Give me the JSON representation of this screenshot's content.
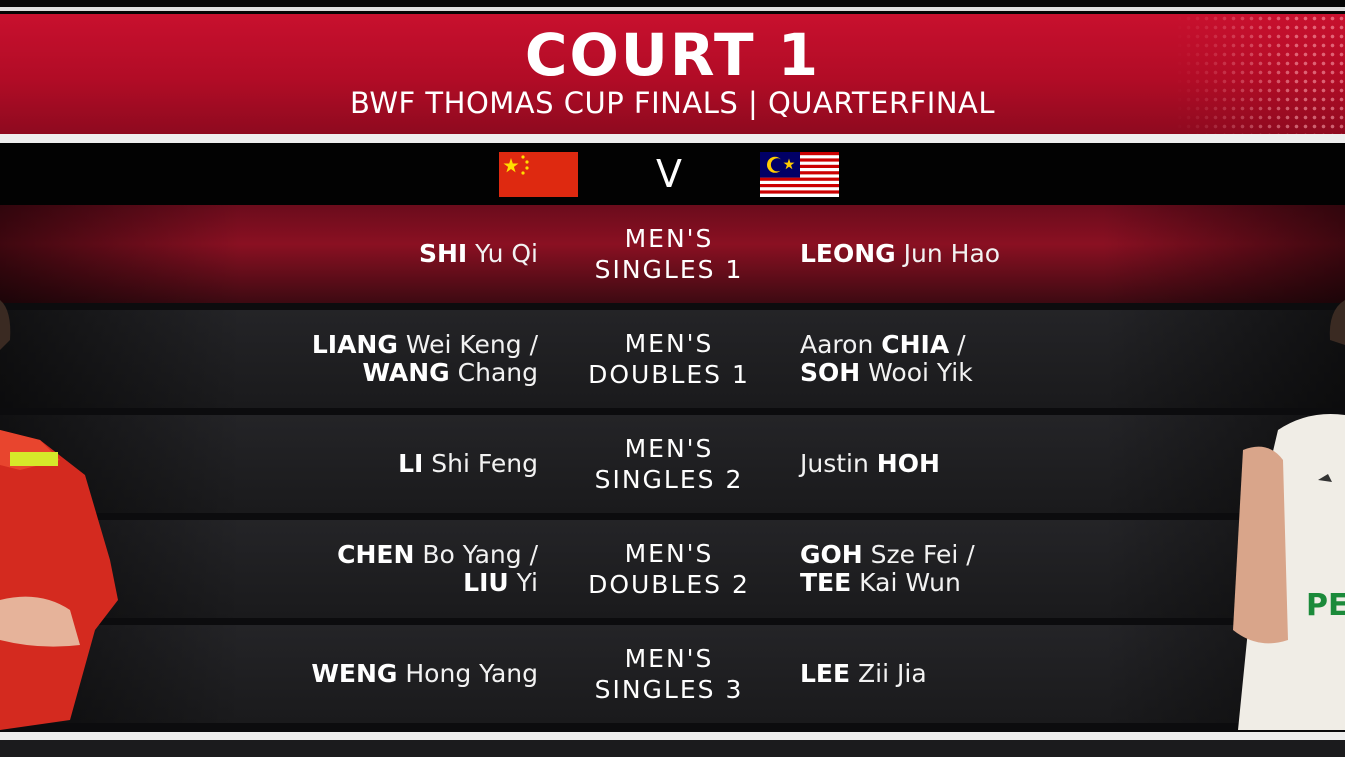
{
  "header": {
    "title": "COURT 1",
    "subtitle": "BWF THOMAS CUP FINALS | QUARTERFINAL"
  },
  "teams": {
    "left_flag": "china-flag",
    "right_flag": "malaysia-flag",
    "vs": "V"
  },
  "matches": [
    {
      "event_line1": "MEN'S",
      "event_line2": "SINGLES 1",
      "left": [
        {
          "family": "SHI",
          "given": "Yu Qi",
          "suffix": ""
        }
      ],
      "right": [
        {
          "given_first": "",
          "family": "LEONG",
          "given": "Jun Hao",
          "suffix": ""
        }
      ]
    },
    {
      "event_line1": "MEN'S",
      "event_line2": "DOUBLES 1",
      "left": [
        {
          "family": "LIANG",
          "given": "Wei Keng",
          "suffix": "/"
        },
        {
          "family": "WANG",
          "given": "Chang",
          "suffix": ""
        }
      ],
      "right": [
        {
          "given_first": "Aaron",
          "family": "CHIA",
          "given": "",
          "suffix": "/"
        },
        {
          "given_first": "",
          "family": "SOH",
          "given": "Wooi Yik",
          "suffix": ""
        }
      ]
    },
    {
      "event_line1": "MEN'S",
      "event_line2": "SINGLES 2",
      "left": [
        {
          "family": "LI",
          "given": "Shi Feng",
          "suffix": ""
        }
      ],
      "right": [
        {
          "given_first": "Justin",
          "family": "HOH",
          "given": "",
          "suffix": ""
        }
      ]
    },
    {
      "event_line1": "MEN'S",
      "event_line2": "DOUBLES 2",
      "left": [
        {
          "family": "CHEN",
          "given": "Bo Yang",
          "suffix": "/"
        },
        {
          "family": "LIU",
          "given": "Yi",
          "suffix": ""
        }
      ],
      "right": [
        {
          "given_first": "",
          "family": "GOH",
          "given": "Sze Fei",
          "suffix": "/"
        },
        {
          "given_first": "",
          "family": "TEE",
          "given": "Kai Wun",
          "suffix": ""
        }
      ]
    },
    {
      "event_line1": "MEN'S",
      "event_line2": "SINGLES 3",
      "left": [
        {
          "family": "WENG",
          "given": "Hong Yang",
          "suffix": ""
        }
      ],
      "right": [
        {
          "given_first": "",
          "family": "LEE",
          "given": "Zii Jia",
          "suffix": ""
        }
      ]
    }
  ],
  "colors": {
    "header_red": "#c8102e",
    "highlight_row": "#8a1022",
    "row_dark": "#1e1e20"
  }
}
